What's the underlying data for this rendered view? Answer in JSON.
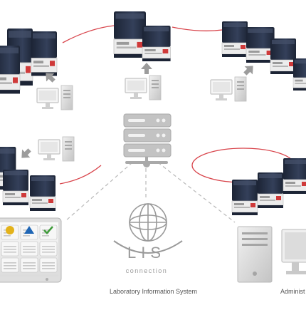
{
  "logo": {
    "main": "LIS",
    "sub": "connection"
  },
  "captions": {
    "lis": "Laboratory Information System",
    "admin": "Administ"
  },
  "screen": {
    "tiles": [
      {
        "status": "warning",
        "color": "#e3b21a"
      },
      {
        "status": "alert",
        "color": "#1f66b5"
      },
      {
        "status": "ok",
        "color": "#3f9b3a"
      }
    ]
  },
  "colors": {
    "link_line": "#d8434a",
    "dashed_line": "#b9b9b9",
    "analyzer_body": "#2a3448",
    "analyzer_panel": "#e9e9ea",
    "gray_device": "#c9c9c9",
    "server": "#b8b8b8"
  }
}
